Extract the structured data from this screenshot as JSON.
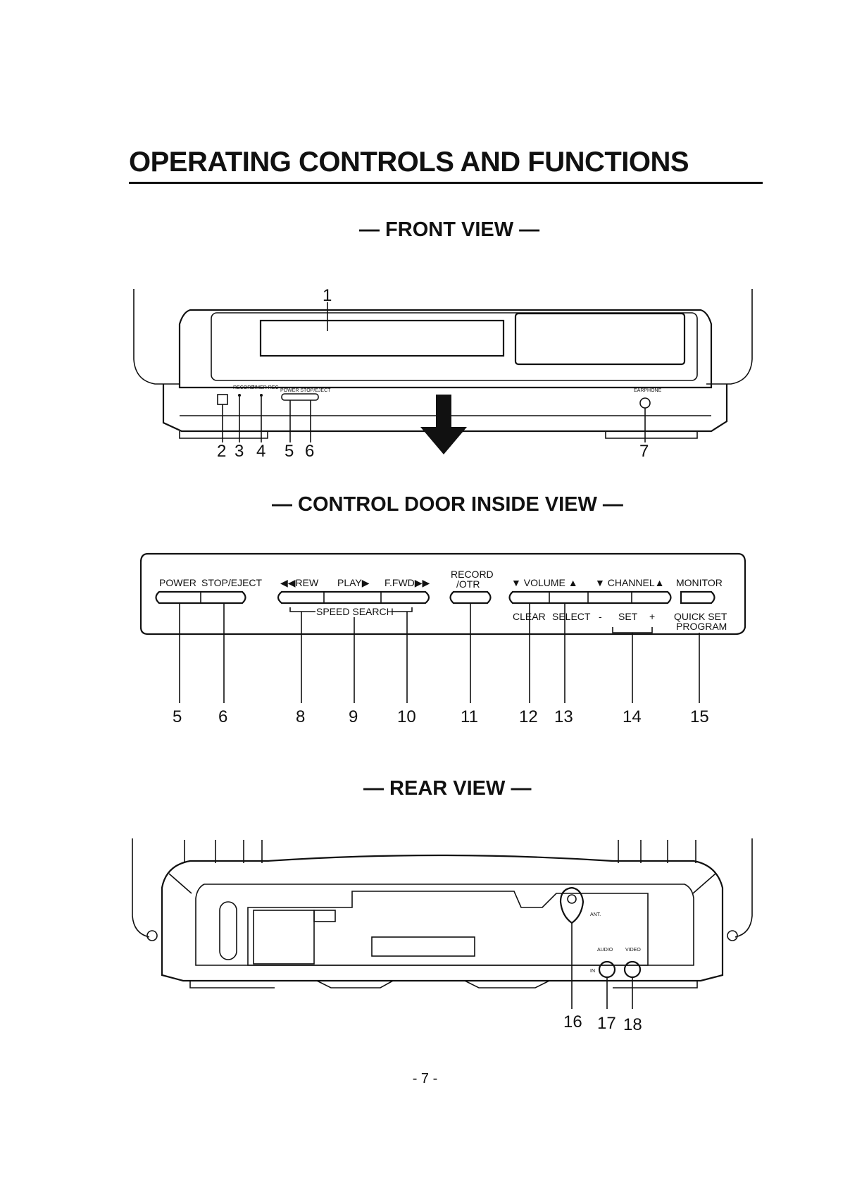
{
  "title": "OPERATING CONTROLS AND FUNCTIONS",
  "front_view": {
    "heading": "— FRONT VIEW —",
    "labels": [
      "1",
      "2",
      "3",
      "4",
      "5",
      "6",
      "7"
    ],
    "tiny_labels": {
      "record": "RECORD",
      "timer_rec": "TIMER REC",
      "power_stop_eject": "POWER STOP/EJECT",
      "earphone": "EARPHONE"
    }
  },
  "control_door": {
    "heading": "— CONTROL DOOR INSIDE VIEW —",
    "top_labels": {
      "power": "POWER",
      "stop_eject": "STOP/EJECT",
      "rew": "◀◀REW",
      "play": "PLAY▶",
      "ffwd": "F.FWD▶▶",
      "record_1": "RECORD",
      "record_2": "/OTR",
      "volume": "▼ VOLUME ▲",
      "channel": "▼ CHANNEL▲",
      "monitor": "MONITOR"
    },
    "bottom_labels": {
      "speed_search": "SPEED SEARCH",
      "clear": "CLEAR",
      "select": "SELECT",
      "minus": "-",
      "set": "SET",
      "plus": "+",
      "quick_set": "QUICK SET",
      "program": "PROGRAM"
    },
    "numbers": [
      "5",
      "6",
      "8",
      "9",
      "10",
      "11",
      "12",
      "13",
      "14",
      "15"
    ]
  },
  "rear_view": {
    "heading": "— REAR VIEW —",
    "tiny_labels": {
      "ant": "ANT.",
      "audio": "AUDIO",
      "video": "VIDEO",
      "in": "IN"
    },
    "numbers": [
      "16",
      "17",
      "18"
    ]
  },
  "page_number": "- 7 -"
}
